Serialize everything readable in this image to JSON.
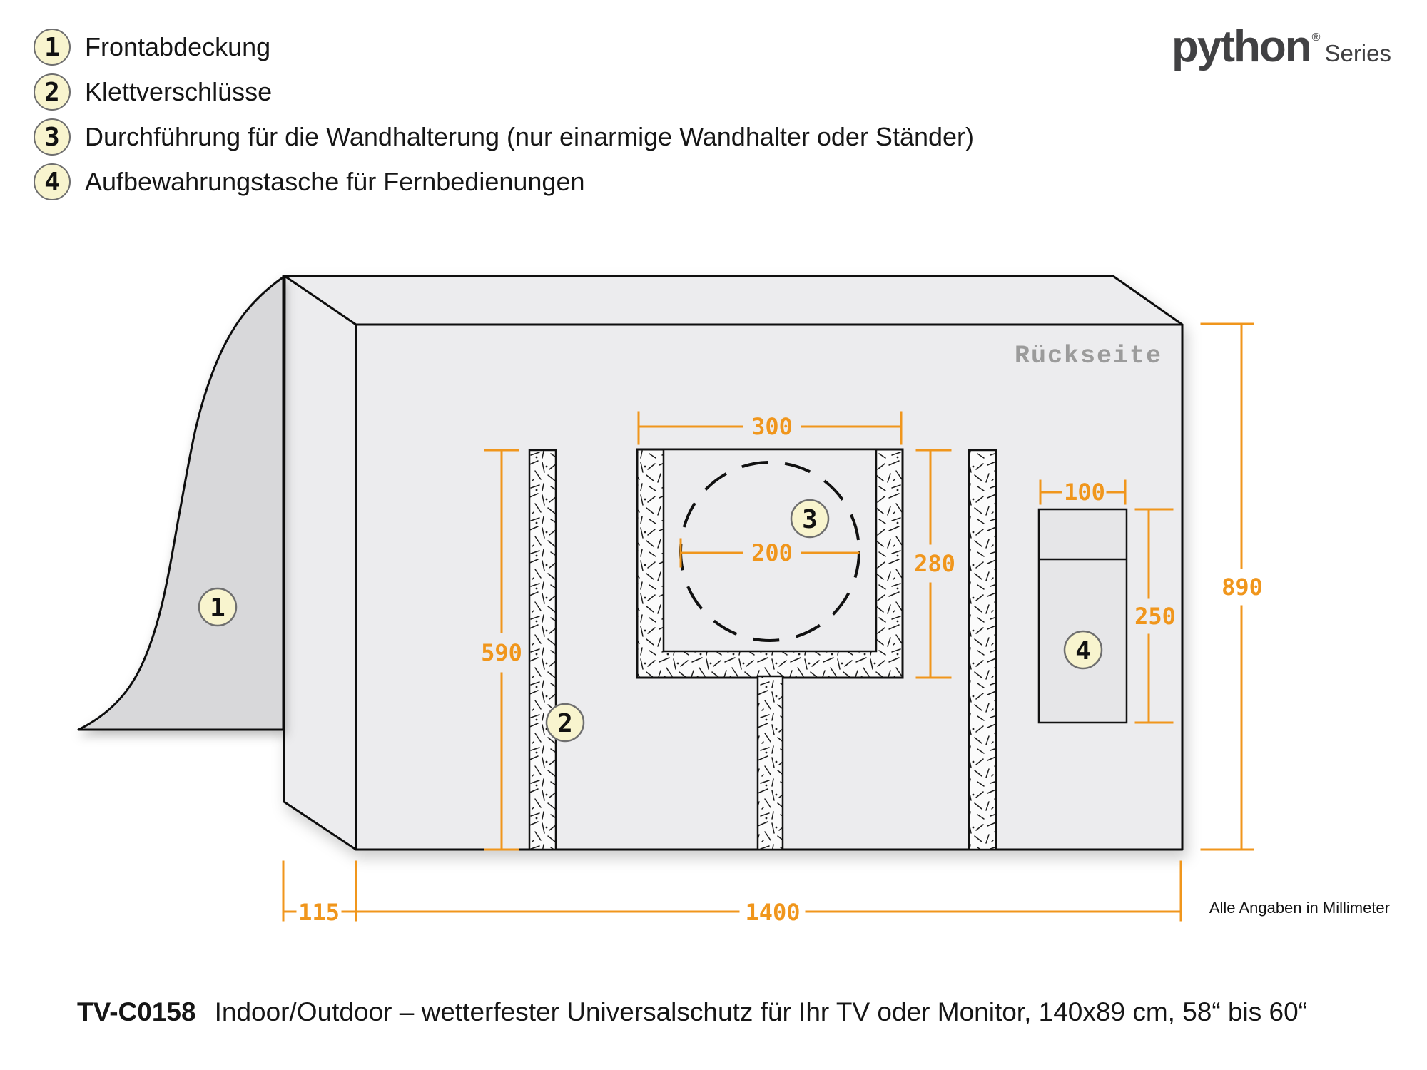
{
  "legend": {
    "items": [
      {
        "num": "1",
        "label": "Frontabdeckung"
      },
      {
        "num": "2",
        "label": "Klettverschlüsse"
      },
      {
        "num": "3",
        "label": "Durchführung für die Wandhalterung (nur einarmige Wandhalter oder Ständer)"
      },
      {
        "num": "4",
        "label": "Aufbewahrungstasche für Fernbedienungen"
      }
    ]
  },
  "brand": {
    "wordmark": "python",
    "registered": "®",
    "series": "Series"
  },
  "diagram": {
    "back_label": "Rückseite",
    "units_note": "Alle Angaben in Millimeter",
    "badges": {
      "b1": "1",
      "b2": "2",
      "b3": "3",
      "b4": "4"
    },
    "dims": {
      "opening_width": "300",
      "mount_circle": "200",
      "opening_height": "280",
      "velcro_length": "590",
      "cover_height": "890",
      "pocket_width": "100",
      "pocket_height": "250",
      "depth": "115",
      "cover_width": "1400"
    }
  },
  "footer": {
    "model": "TV-C0158",
    "description": "Indoor/Outdoor – wetterfester Universalschutz für Ihr TV oder Monitor, 140x89 cm, 58“ bis 60“"
  },
  "colors": {
    "accent_orange": "#F0961C",
    "badge_fill": "#F8F4CE",
    "cover_face": "#ECECEE",
    "front_flap": "#D8D8DA",
    "pocket_fill": "#E6E6E8",
    "back_label_gray": "#9B9B9B",
    "logo_gray": "#414143",
    "outline_black": "#111111"
  }
}
